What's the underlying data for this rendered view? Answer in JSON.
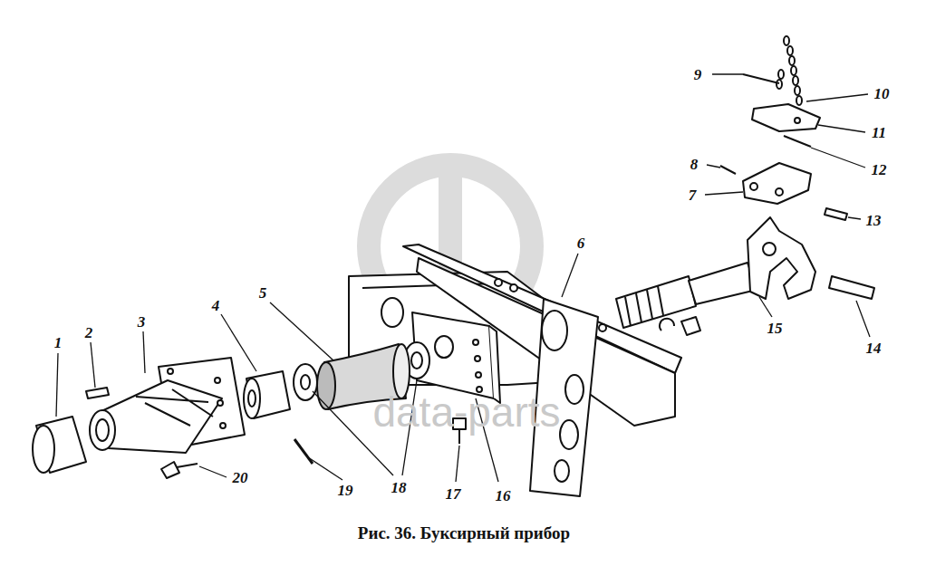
{
  "diagram": {
    "caption": "Рис. 36. Буксирный прибор",
    "labels": [
      "1",
      "2",
      "3",
      "4",
      "5",
      "6",
      "7",
      "8",
      "9",
      "10",
      "11",
      "12",
      "13",
      "14",
      "15",
      "16",
      "17",
      "18",
      "19",
      "20",
      "data-parts"
    ]
  }
}
